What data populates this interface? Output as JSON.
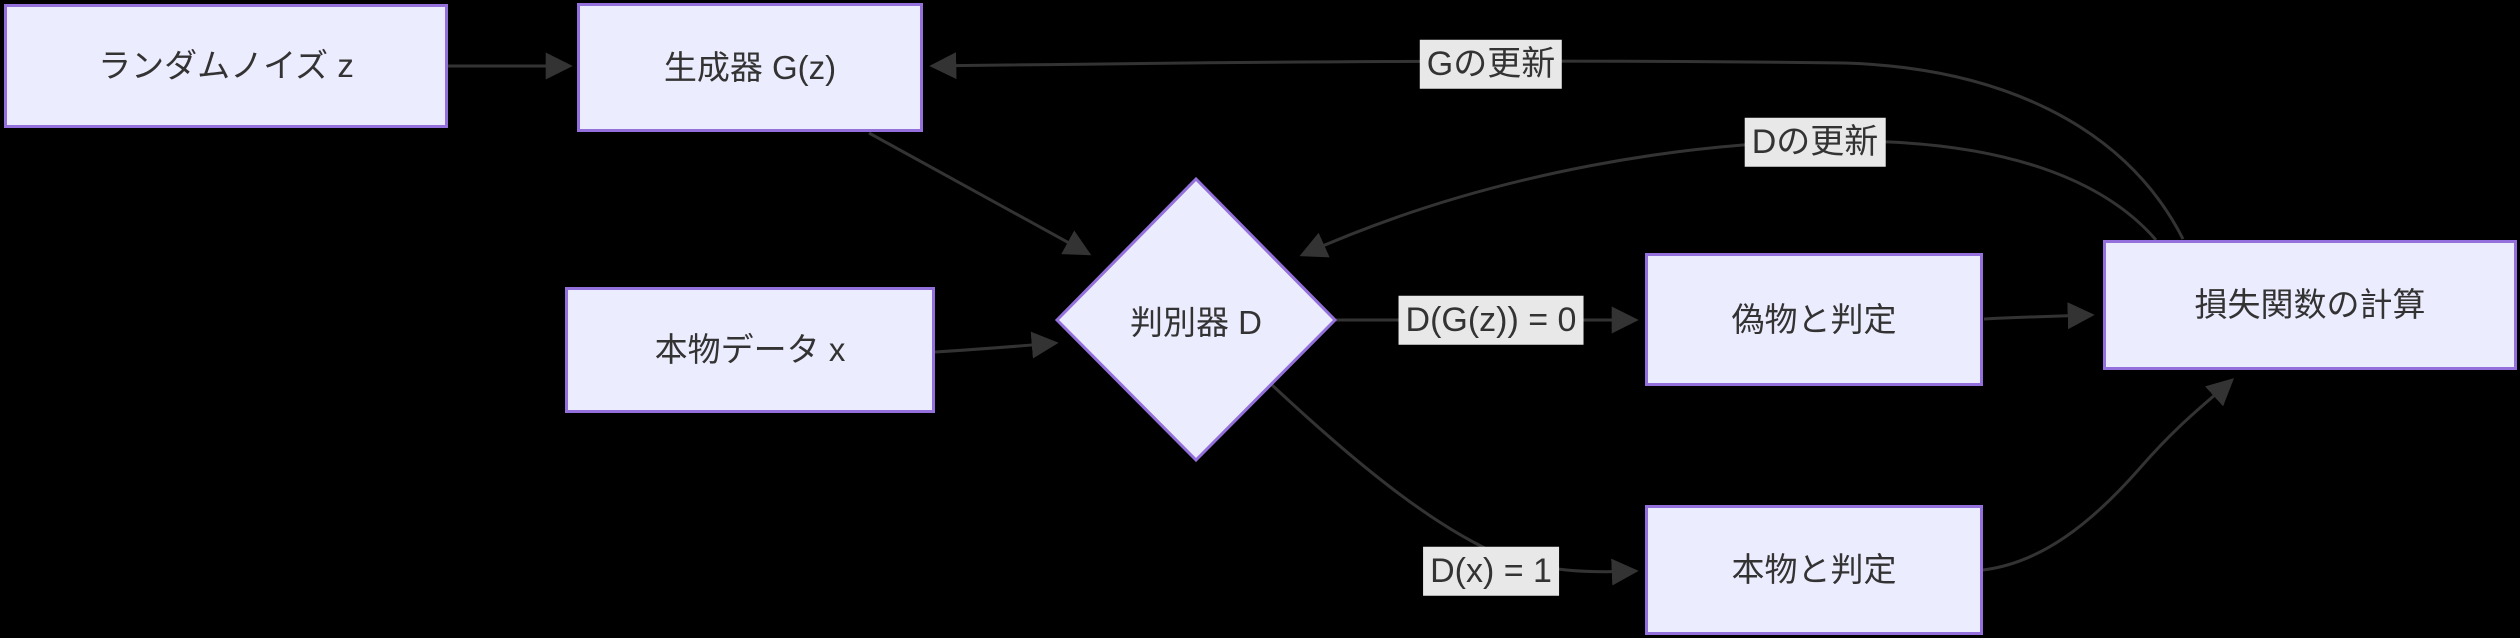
{
  "diagram_type": "flowchart",
  "colors": {
    "background": "#000000",
    "node_fill": "#ECECFF",
    "node_border": "#9370DB",
    "edge": "#333333",
    "edge_label_bg": "#E8E8E8",
    "text": "#333333"
  },
  "nodes": {
    "random_noise": {
      "label": "ランダムノイズ z",
      "shape": "rect"
    },
    "generator": {
      "label": "生成器 G(z)",
      "shape": "rect"
    },
    "real_data": {
      "label": "本物データ x",
      "shape": "rect"
    },
    "discriminator": {
      "label": "判別器 D",
      "shape": "diamond"
    },
    "judged_fake": {
      "label": "偽物と判定",
      "shape": "rect"
    },
    "judged_real": {
      "label": "本物と判定",
      "shape": "rect"
    },
    "loss": {
      "label": "損失関数の計算",
      "shape": "rect"
    }
  },
  "edge_labels": {
    "g_update": "Gの更新",
    "d_update": "Dの更新",
    "fake_output": "D(G(z)) = 0",
    "real_output": "D(x) = 1"
  },
  "edges": [
    {
      "from": "ランダムノイズ z",
      "to": "生成器 G(z)",
      "label": ""
    },
    {
      "from": "生成器 G(z)",
      "to": "判別器 D",
      "label": ""
    },
    {
      "from": "本物データ x",
      "to": "判別器 D",
      "label": ""
    },
    {
      "from": "判別器 D",
      "to": "偽物と判定",
      "label": "D(G(z)) = 0"
    },
    {
      "from": "判別器 D",
      "to": "本物と判定",
      "label": "D(x) = 1"
    },
    {
      "from": "偽物と判定",
      "to": "損失関数の計算",
      "label": ""
    },
    {
      "from": "本物と判定",
      "to": "損失関数の計算",
      "label": ""
    },
    {
      "from": "損失関数の計算",
      "to": "生成器 G(z)",
      "label": "Gの更新"
    },
    {
      "from": "損失関数の計算",
      "to": "判別器 D",
      "label": "Dの更新"
    }
  ]
}
